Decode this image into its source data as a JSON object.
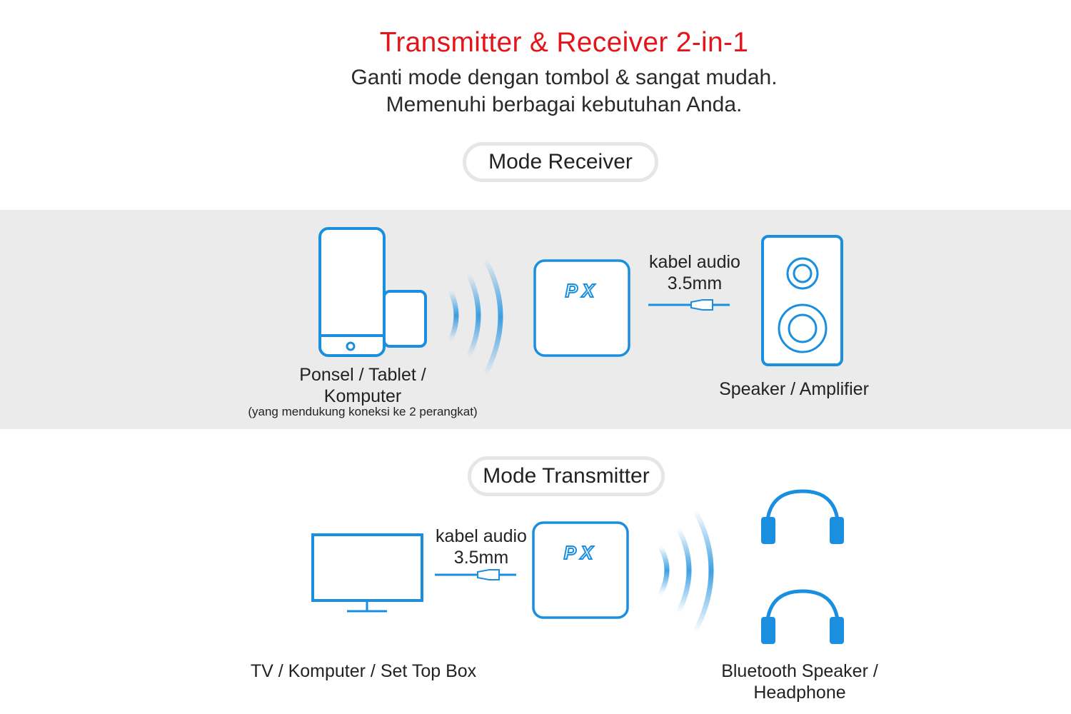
{
  "header": {
    "title": "Transmitter & Receiver 2-in-1",
    "subtitle_line1": "Ganti mode dengan tombol & sangat mudah.",
    "subtitle_line2": "Memenuhi berbagai kebutuhan Anda."
  },
  "receiver_mode": {
    "heading": "Mode Receiver",
    "source_label_line1": "Ponsel / Tablet /",
    "source_label_line2": "Komputer",
    "source_note": "(yang mendukung koneksi ke 2 perangkat)",
    "device_logo": "PX",
    "cable_label_line1": "kabel audio",
    "cable_label_line2": "3.5mm",
    "output_label": "Speaker / Amplifier"
  },
  "transmitter_mode": {
    "heading": "Mode Transmitter",
    "source_label": "TV / Komputer / Set Top Box",
    "cable_label_line1": "kabel audio",
    "cable_label_line2": "3.5mm",
    "device_logo": "PX",
    "output_label_line1": "Bluetooth Speaker /",
    "output_label_line2": "Headphone"
  },
  "colors": {
    "title": "#e3151a",
    "icon_stroke": "#1a8fe0",
    "band_background": "#ebebeb",
    "pill_border": "#e6e6e6"
  },
  "icons": [
    "smartphone-icon",
    "tablet-icon",
    "bluetooth-waves-icon",
    "px-device-icon",
    "audio-cable-icon",
    "speaker-icon",
    "monitor-icon",
    "headphone-icon"
  ]
}
